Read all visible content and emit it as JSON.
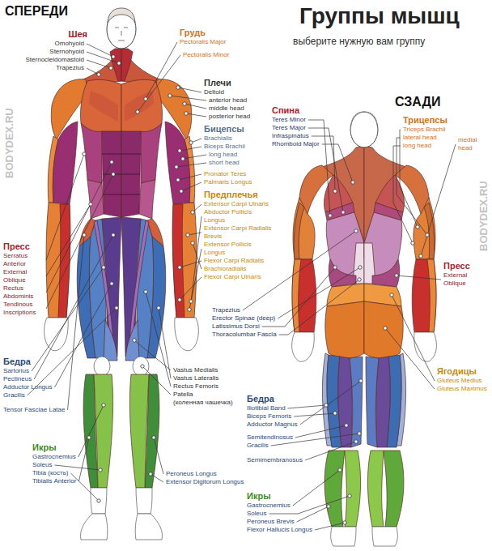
{
  "diagram": {
    "title": "Группы мышц",
    "labels": [
      "СПЕРЕДИ",
      "Шея",
      "Omohyoid",
      "Sternohyoid",
      "Sternocleidomastoid",
      "Trapezius",
      "Грудь",
      "Pectoralis Major",
      "Pectoralis Minor",
      "Плечи",
      "Deltoid",
      "anterior head",
      "middle head",
      "posterior head",
      "Бицепсы",
      "Brachialis",
      "Biceps Brachii",
      "long head",
      "short head",
      "Pronator Teres",
      "Palmaris Longus",
      "Предплечья",
      "Extensor Carpi Ulnaris",
      "Abductor Pollicis Longus",
      "Extensor Carpi Radialis Brevis",
      "Extensor Pollicis Longus",
      "Flexor Carpi Radialis",
      "Brachioradialis",
      "Flexor Carpi Ulnaris",
      "Пресс",
      "Serratus Anterior",
      "External Oblique",
      "Rectus Abdominis",
      "Tendinous Inscriptions",
      "Бедра",
      "Sartorius",
      "Pectineus",
      "Adductor Longus",
      "Gracilis",
      "Tensor Fasciae Latae",
      "Vastus Medialis",
      "Vastus Lateralis",
      "Rectus Femoris",
      "Patella",
      "(коленная чашечка)",
      "Икры",
      "Gastrocnemius",
      "Soleus",
      "Tibia (кость)",
      "Tibialis Anterior",
      "Peroneus Longus",
      "Extensor Digitorum Longus",
      "выберите нужную вам группу",
      "СЗАДИ",
      "Спина",
      "Teres Minor",
      "Teres Major",
      "Infraspinatus",
      "Rhomboid Major",
      "Трицепсы",
      "Triceps Brachii",
      "lateral head",
      "long head",
      "medial head",
      "Trapezius",
      "Erector Spinae (deep)",
      "Latissimus Dorsi",
      "Thoracolumbar Fascia",
      "Пресс",
      "External Oblique",
      "Ягодицы",
      "Gluteus Medius",
      "Gluteus Maximus",
      "Бедра",
      "Iliotibial Band",
      "Biceps Femoris",
      "Adductor Magnus",
      "Semitendinosus",
      "Gracilis",
      "Semimembranosus",
      "Икры",
      "Gastrocnemius",
      "Soleus",
      "Peroneus Brevis",
      "Flexor Hallucis Longus",
      "BODYDEX.RU",
      "BODYDEX.RU"
    ]
  }
}
